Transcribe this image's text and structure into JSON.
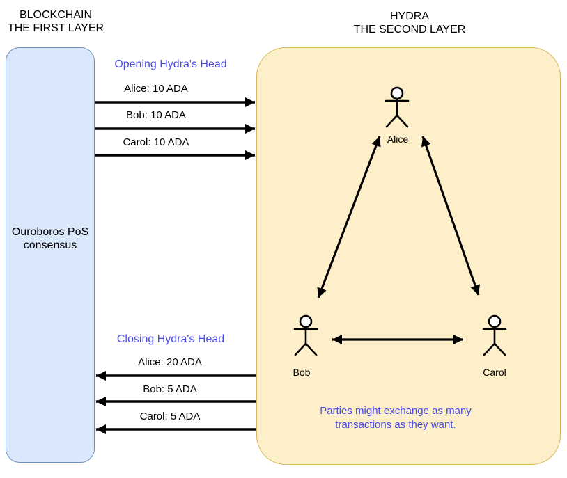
{
  "titles": {
    "left": {
      "line1": "BLOCKCHAIN",
      "line2": "THE FIRST LAYER"
    },
    "right": {
      "line1": "HYDRA",
      "line2": "THE SECOND LAYER"
    }
  },
  "layer1": {
    "label": "Ouroboros PoS consensus"
  },
  "opening": {
    "title": "Opening Hydra's Head",
    "transactions": [
      "Alice: 10 ADA",
      "Bob: 10 ADA",
      "Carol: 10 ADA"
    ]
  },
  "closing": {
    "title": "Closing Hydra's Head",
    "transactions": [
      "Alice: 20 ADA",
      "Bob: 5 ADA",
      "Carol: 5 ADA"
    ]
  },
  "hydra": {
    "participants": [
      "Alice",
      "Bob",
      "Carol"
    ],
    "note": "Parties might exchange as many transactions as they want."
  },
  "colors": {
    "layer1_fill": "#dae8fc",
    "layer1_border": "#6c8ebf",
    "hydra_fill": "#fcefc9",
    "hydra_border": "#d6b656",
    "accent_text": "#4a4ae8",
    "line": "#000000"
  }
}
